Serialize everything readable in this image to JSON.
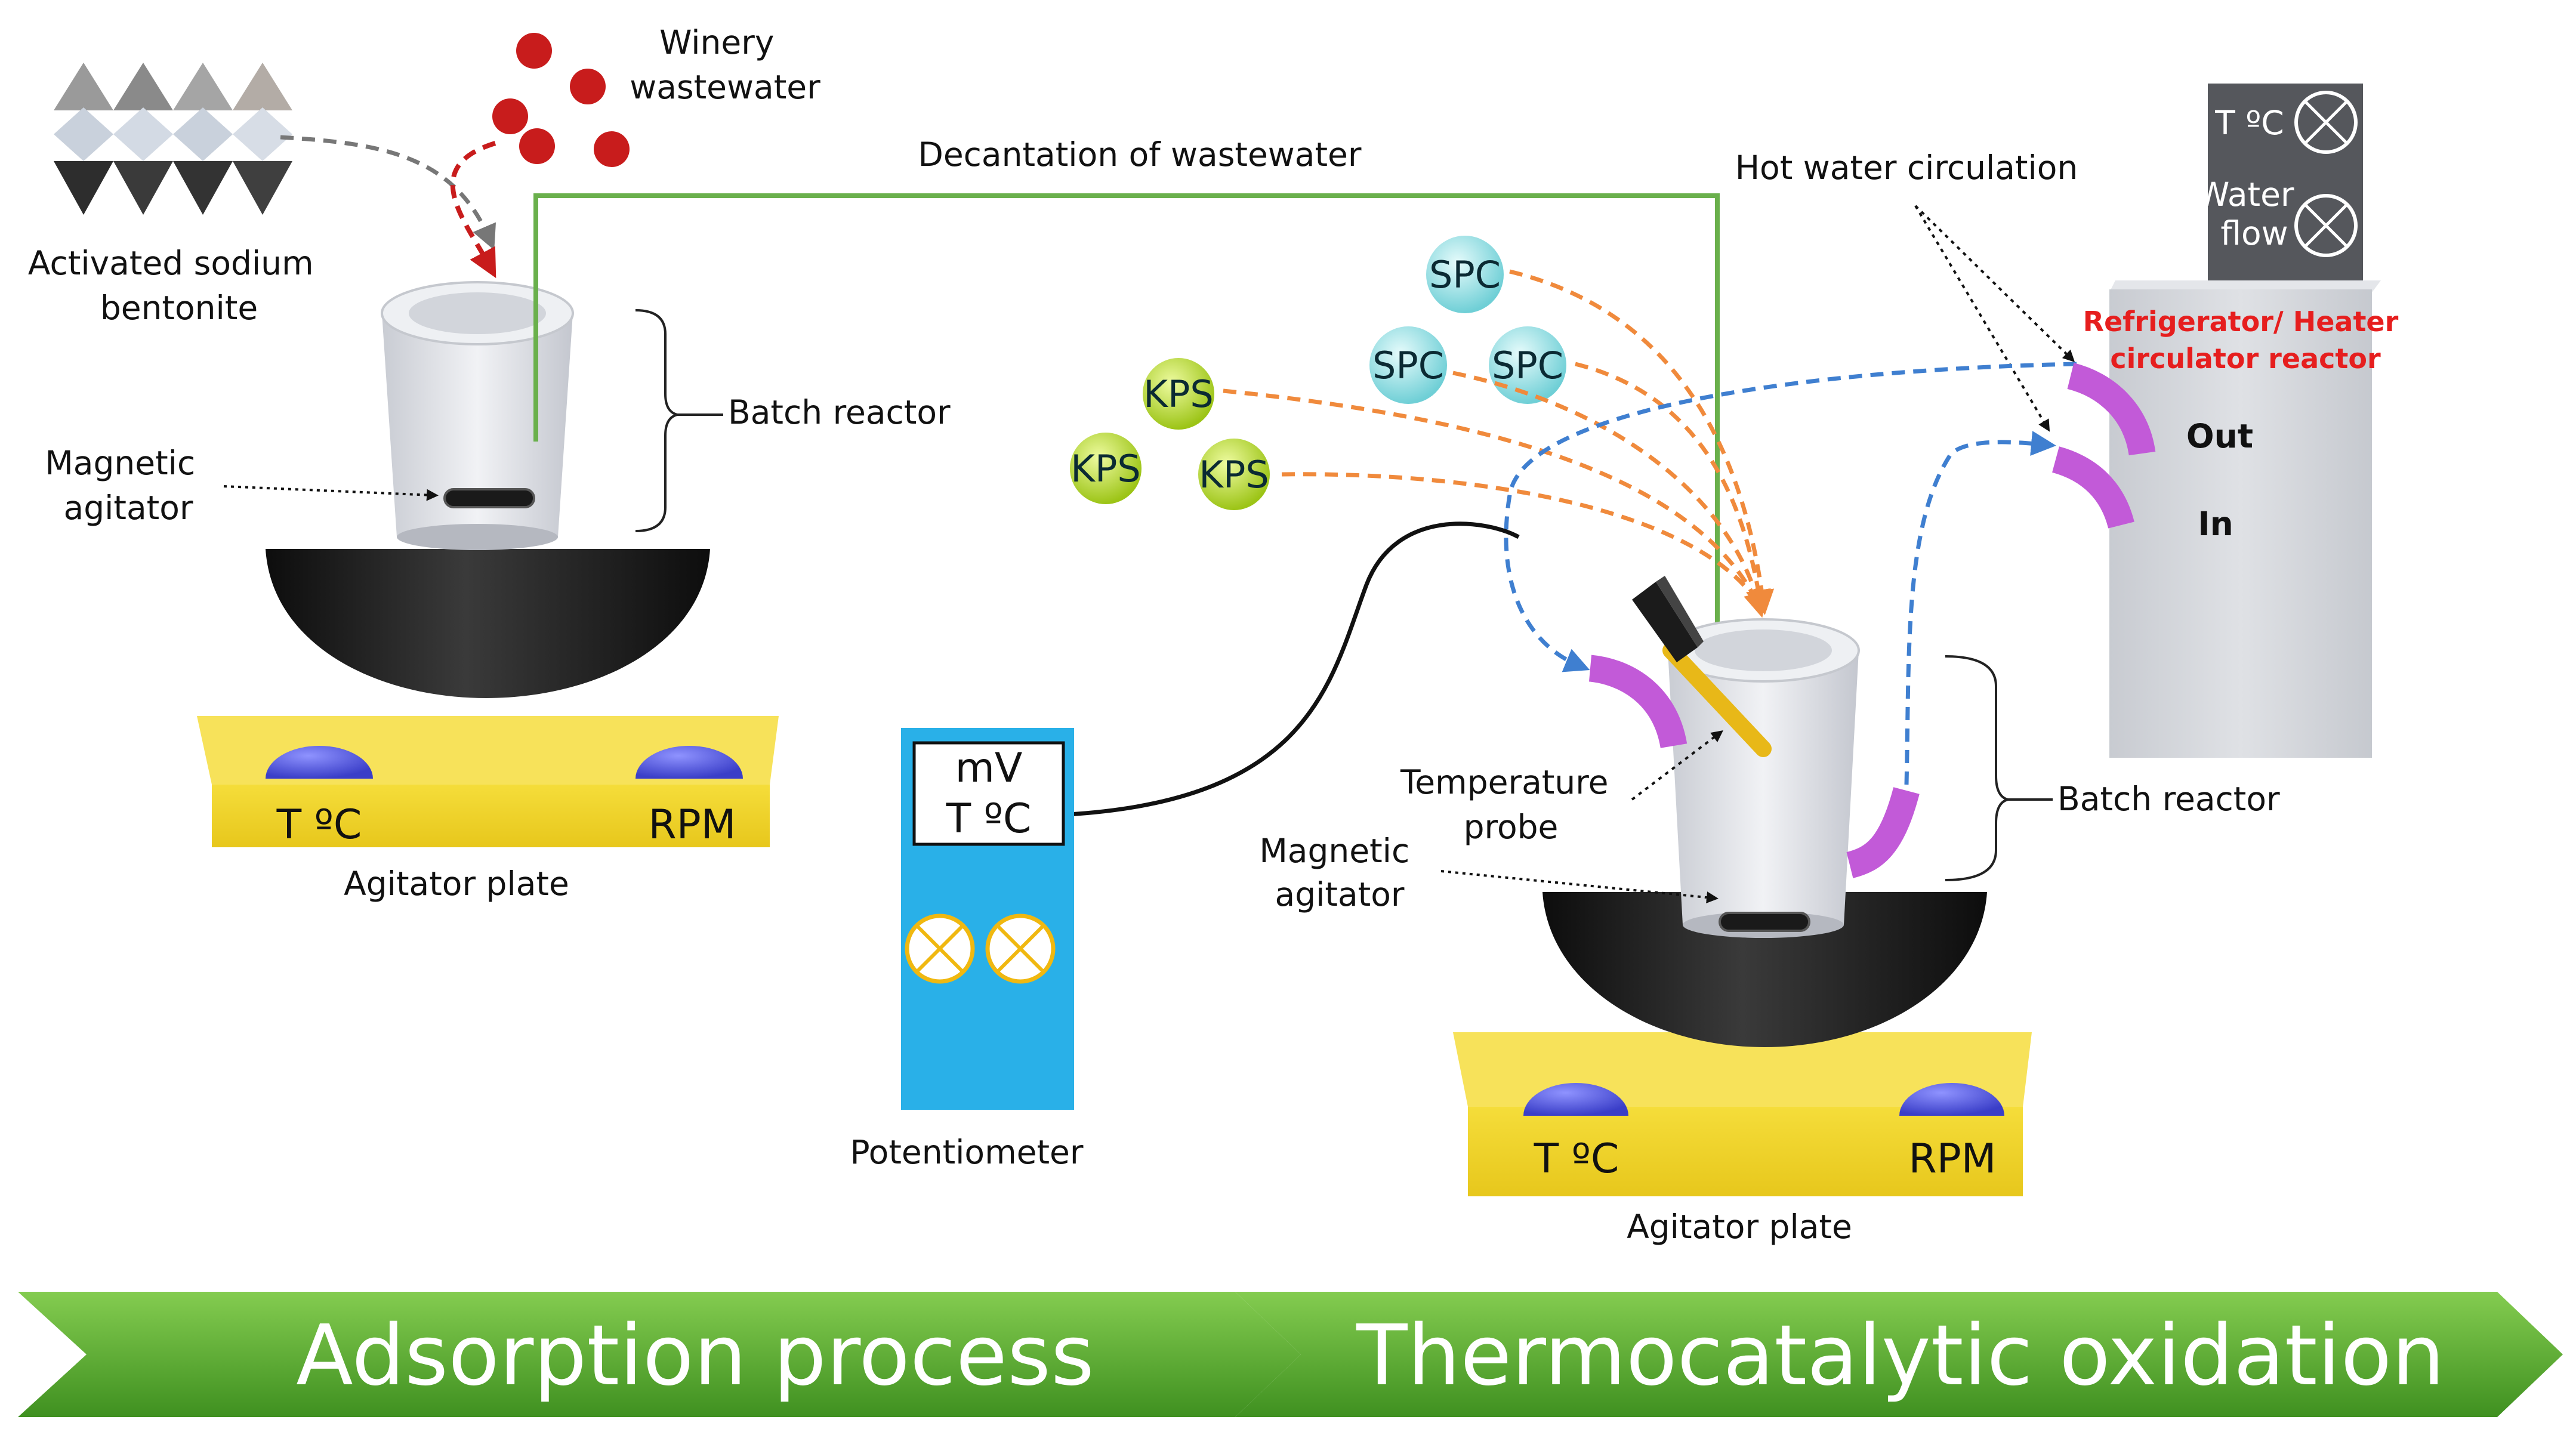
{
  "labels": {
    "bentonite": [
      "Activated sodium",
      "bentonite"
    ],
    "winery": [
      "Winery",
      "wastewater"
    ],
    "decantation": "Decantation of wastewater",
    "batch_reactor_left": "Batch reactor",
    "magnetic_left": [
      "Magnetic",
      "agitator"
    ],
    "agitator_plate_left": "Agitator plate",
    "plate_left_temp": "T ºC",
    "plate_left_rpm": "RPM",
    "hot_water": "Hot water circulation",
    "potentiometer": "Potentiometer",
    "pot_mv": "mV",
    "pot_temp": "T ºC",
    "temp_probe": [
      "Temperature",
      "probe"
    ],
    "magnetic_right": [
      "Magnetic",
      "agitator"
    ],
    "batch_reactor_right": "Batch reactor",
    "agitator_plate_right": "Agitator plate",
    "plate_right_temp": "T ºC",
    "plate_right_rpm": "RPM",
    "circ_temp": "T ºC",
    "circ_water": [
      "Water",
      "flow"
    ],
    "circ_title": [
      "Refrigerator/ Heater",
      "circulator reactor"
    ],
    "circ_out": "Out",
    "circ_in": "In"
  },
  "reagents": {
    "spc": [
      "SPC",
      "SPC",
      "SPC"
    ],
    "kps": [
      "KPS",
      "KPS",
      "KPS"
    ]
  },
  "process": {
    "step1": "Adsorption process",
    "step2": "Thermocatalytic oxidation"
  },
  "colors": {
    "plate_yellow": "#f3d62b",
    "bowl_black": "#1c1c1c",
    "knob_blue": "#5a5ee6",
    "potentiometer_blue": "#29b0e8",
    "spc_cyan": "#8fe0e4",
    "kps_green": "#b9e02a",
    "orange_arrow": "#f08a3c",
    "blue_arrow": "#3f7fd0",
    "red_arrow": "#c81c1c",
    "green_line": "#6ab04c",
    "tube_magenta": "#c25ad8",
    "banner_green": "#5fb030",
    "circ_red_text": "#e61e1e"
  }
}
